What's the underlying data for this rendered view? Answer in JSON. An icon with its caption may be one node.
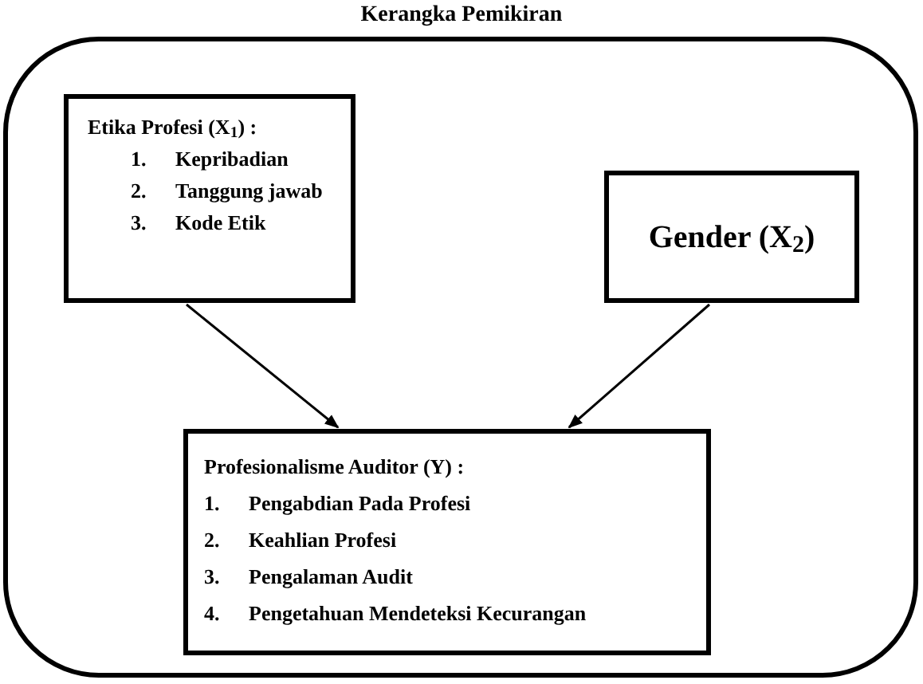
{
  "diagram": {
    "title": "Kerangka Pemikiran",
    "nodes": [
      {
        "text": [],
        "shape": "box"
      },
      {
        "text": [
          "Etika Profesi (X$_{1}$) :",
          "1. Kepribadian",
          "2. Tanggung jawab",
          "3. Kode Etik"
        ],
        "in": 0
      },
      {
        "text": [
          "Gender (X$_{2}$)"
        ],
        "in": 0
      },
      {
        "text": [
          "Profesionalisme Auditor (Y) :",
          "1. Pengabdian Pada Profesi",
          "2. Keahlian Profesi",
          "3. Pengalaman Audit",
          "4. Pengetahuan Mendeteksi Kecurangan"
        ],
        "in": 0
      }
    ],
    "edges": [
      {
        "from": 1,
        "to": 3,
        "arrow": "to"
      },
      {
        "from": 2,
        "to": 3,
        "arrow": "to"
      }
    ]
  }
}
